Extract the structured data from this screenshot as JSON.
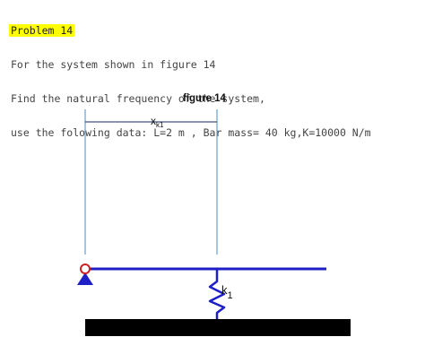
{
  "problem": {
    "title": "Problem 14",
    "line1": "For the system shown in figure 14",
    "line2": "Find the natural frequency of the system,",
    "line3": "use the folowing data: L=2 m , Bar mass= 40 kg,K=10000 N/m"
  },
  "figure": {
    "title": "figure 14",
    "dimension_label": "x",
    "dimension_subscript": "k1",
    "spring_label": "k",
    "spring_subscript": "1"
  },
  "colors": {
    "highlight": "#ffff00",
    "bar": "#1f1fc8",
    "guide_lines": "#6fa8d8",
    "dimension_line": "#1a2a60",
    "pin": "#d02020",
    "ground": "#000000"
  }
}
